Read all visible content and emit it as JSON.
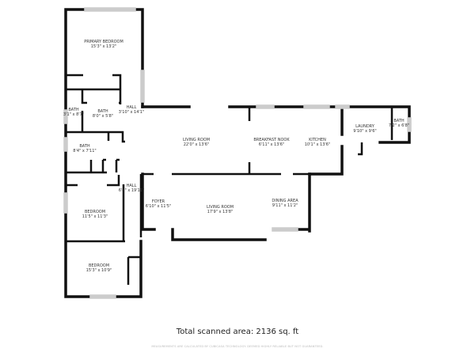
{
  "rooms": [
    {
      "name": "PRIMARY BEDROOM",
      "dims": "15'3\" x 13'2\""
    },
    {
      "name": "BATH",
      "dims": "3'1\" x 8'7\""
    },
    {
      "name": "BATH",
      "dims": "8'0\" x 5'8\""
    },
    {
      "name": "HALL",
      "dims": "3'10\" x 14'1\""
    },
    {
      "name": "BATH",
      "dims": "8'4\" x 7'11\""
    },
    {
      "name": "HALL",
      "dims": "6'8\" x 19'11\""
    },
    {
      "name": "BEDROOM",
      "dims": "11'5\" x 11'3\""
    },
    {
      "name": "BEDROOM",
      "dims": "15'3\" x 10'9\""
    },
    {
      "name": "LIVING ROOM",
      "dims": "22'0\" x 13'6\""
    },
    {
      "name": "BREAKFAST NOOK",
      "dims": "6'11\" x 13'6\""
    },
    {
      "name": "KITCHEN",
      "dims": "10'1\" x 13'6\""
    },
    {
      "name": "LAUNDRY",
      "dims": "9'10\" x 9'6\""
    },
    {
      "name": "BATH",
      "dims": "7'2\" x 6'8\""
    },
    {
      "name": "FOYER",
      "dims": "6'10\" x 11'5\""
    },
    {
      "name": "LIVING ROOM",
      "dims": "17'9\" x 13'8\""
    },
    {
      "name": "DINING AREA",
      "dims": "9'11\" x 11'2\""
    }
  ],
  "footer": {
    "total": "Total scanned area: 2136 sq. ft",
    "disclaimer": "MEASUREMENTS ARE CALCULATED BY CUBICASA TECHNOLOGY. DEEMED HIGHLY RELIABLE BUT NOT GUARANTEED."
  }
}
